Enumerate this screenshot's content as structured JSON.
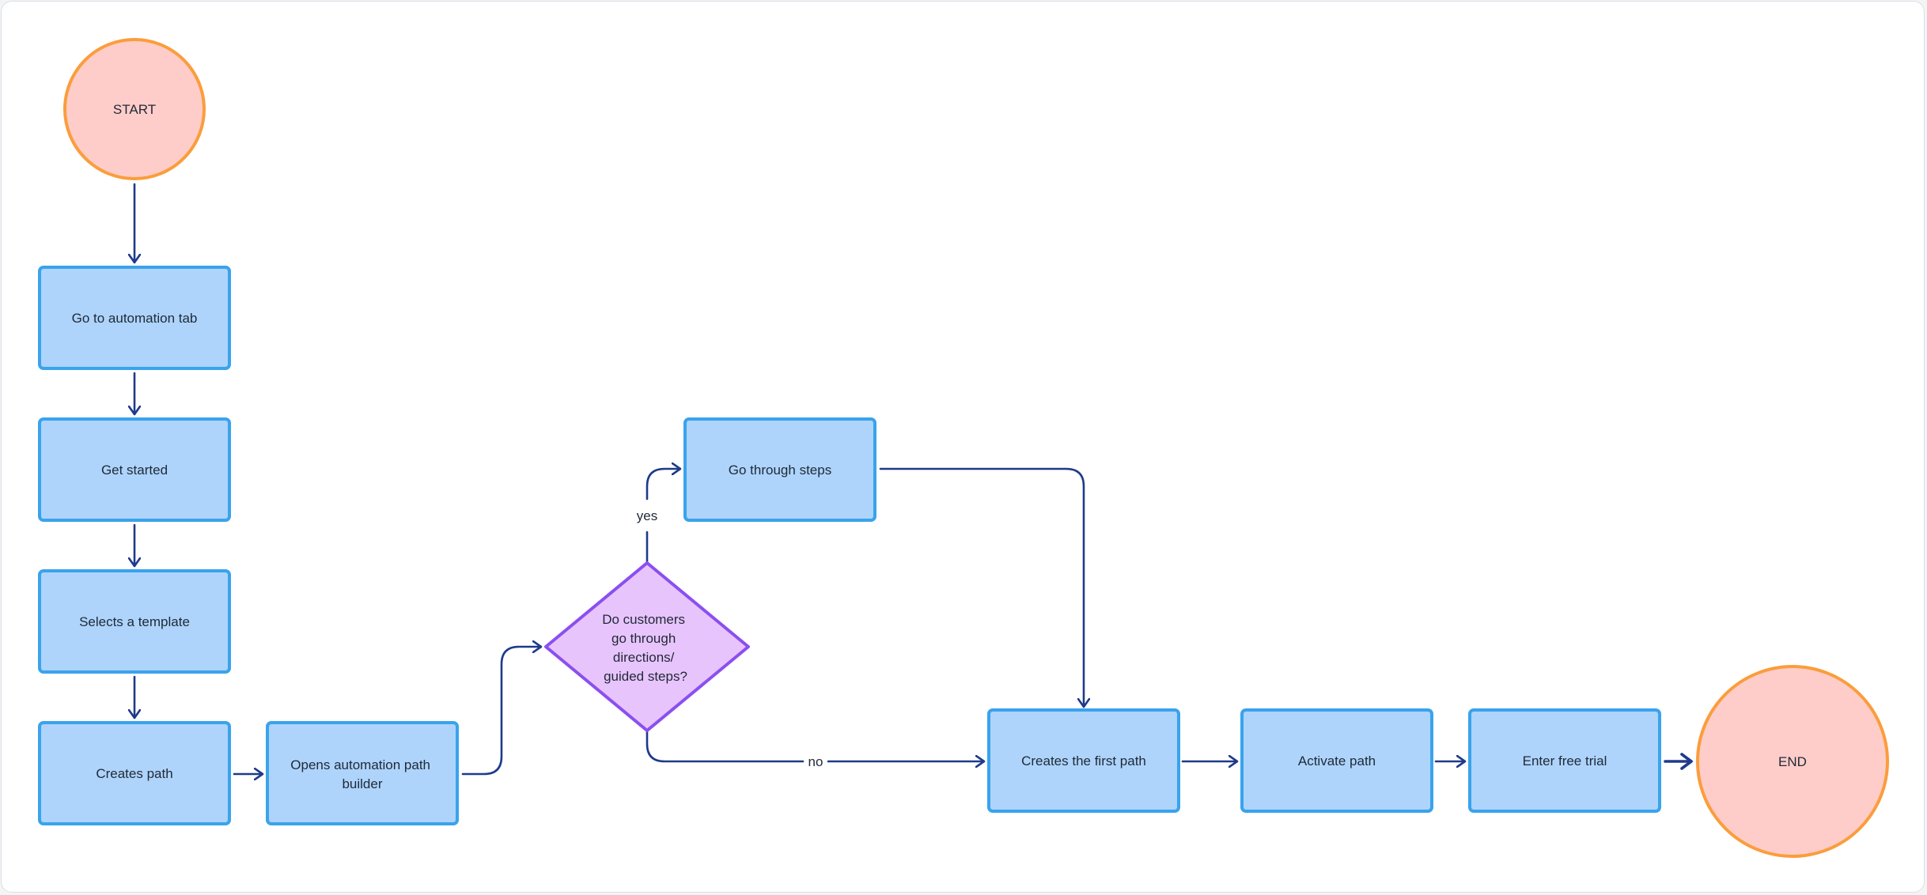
{
  "colors": {
    "process_fill": "#aed4fc",
    "process_stroke": "#3aa3ec",
    "terminal_fill": "#fecdc9",
    "terminal_stroke": "#fb9d3c",
    "decision_fill": "#e8c4fc",
    "decision_stroke": "#8b4ff0",
    "connector": "#1e3a8a"
  },
  "nodes": {
    "start": {
      "label": "START",
      "shape": "circle"
    },
    "automation_tab": {
      "label": "Go to automation tab",
      "shape": "rect"
    },
    "get_started": {
      "label": "Get started",
      "shape": "rect"
    },
    "select_template": {
      "label": "Selects a template",
      "shape": "rect"
    },
    "creates_path": {
      "label": "Creates path",
      "shape": "rect"
    },
    "opens_builder": {
      "lines": [
        "Opens automation path",
        "builder"
      ],
      "shape": "rect"
    },
    "decision": {
      "lines": [
        "Do customers",
        "go through",
        "directions/",
        "guided steps?"
      ],
      "shape": "diamond"
    },
    "go_through_steps": {
      "label": "Go through steps",
      "shape": "rect"
    },
    "creates_first_path": {
      "label": "Creates the first path",
      "shape": "rect"
    },
    "activate_path": {
      "label": "Activate path",
      "shape": "rect"
    },
    "free_trial": {
      "label": "Enter free trial",
      "shape": "rect"
    },
    "end": {
      "label": "END",
      "shape": "circle"
    }
  },
  "edges": {
    "yes_label": "yes",
    "no_label": "no"
  }
}
